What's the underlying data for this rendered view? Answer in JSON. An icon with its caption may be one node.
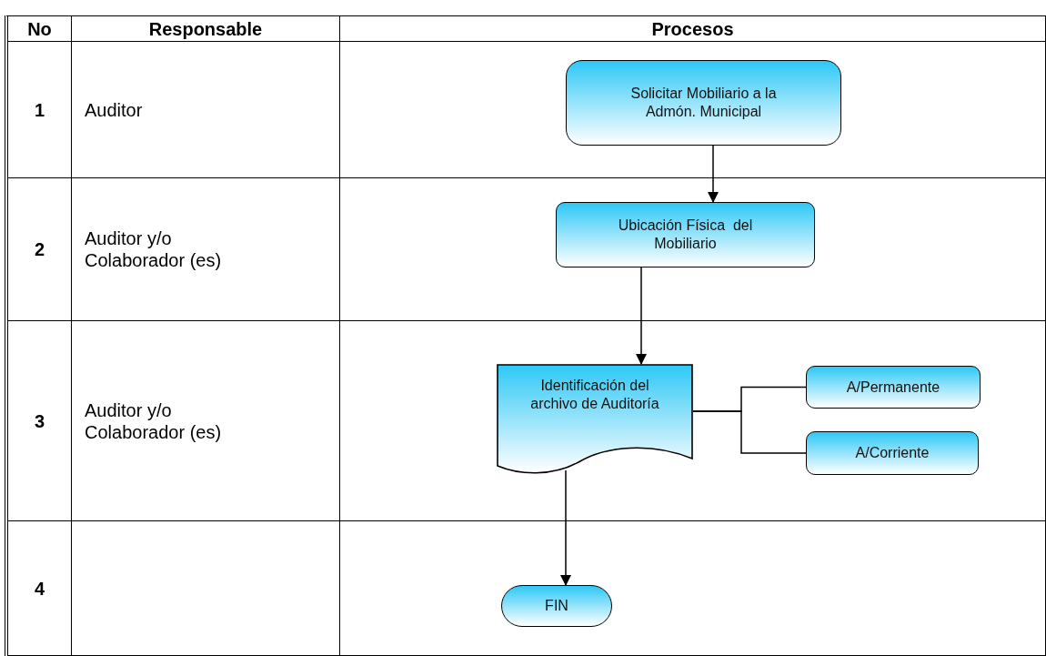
{
  "diagram": {
    "nodes": [
      {
        "text": [
          "Solicitar Mobiliario a la Admón. Municipal"
        ]
      },
      {
        "text": [
          "Ubicación Física  del Mobiliario"
        ]
      },
      {
        "text": [
          "Identificación del archivo de Auditoría"
        ]
      },
      {
        "text": [
          "A/Permanente"
        ]
      },
      {
        "text": [
          "A/Corriente"
        ]
      },
      {
        "text": [
          "FIN"
        ]
      }
    ],
    "edges": [
      {
        "from": 0,
        "to": 1,
        "arrow": "to"
      },
      {
        "from": 1,
        "to": 2,
        "arrow": "to"
      },
      {
        "from": 2,
        "to": 3,
        "arrow": "none"
      },
      {
        "from": 2,
        "to": 4,
        "arrow": "none"
      },
      {
        "from": 2,
        "to": 5,
        "arrow": "to"
      }
    ],
    "labels": [
      "No",
      "Responsable",
      "Procesos",
      "1",
      "Auditor",
      "2",
      "Auditor y/o Colaborador (es)",
      "3",
      "Auditor y/o Colaborador (es)",
      "4"
    ]
  }
}
